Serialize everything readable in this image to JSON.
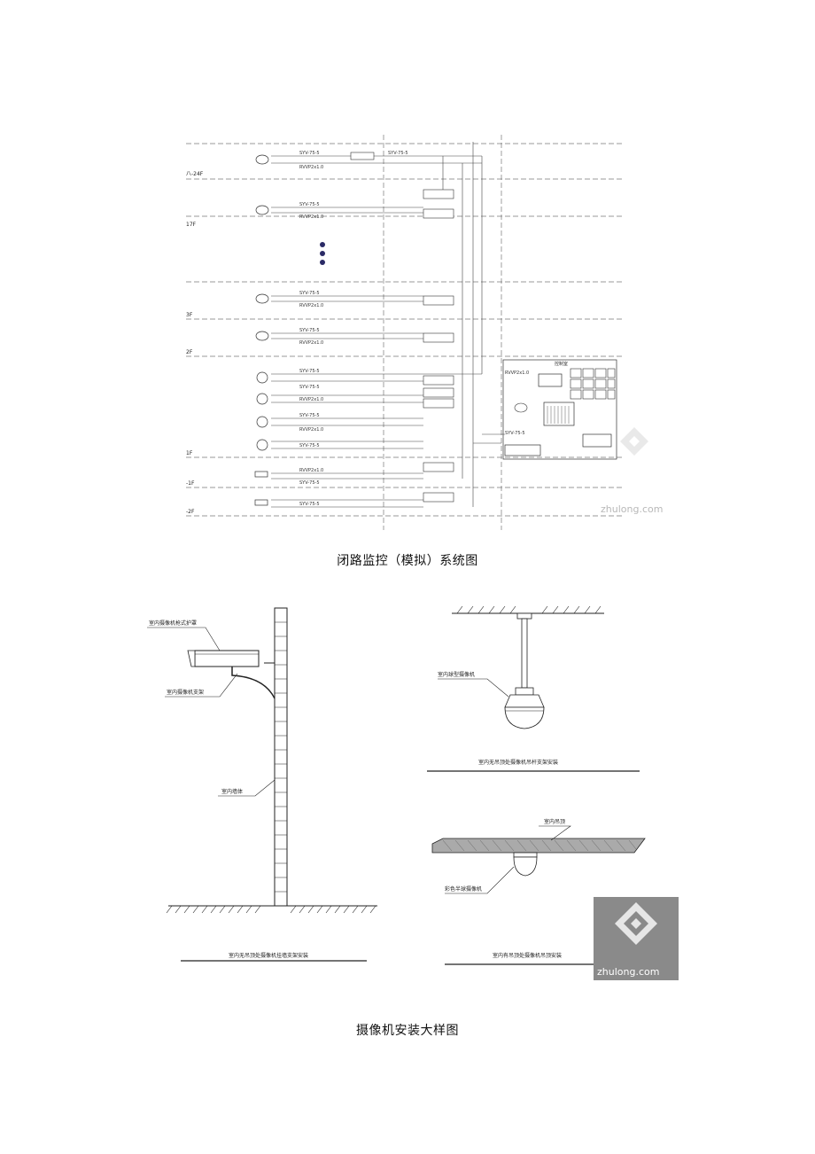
{
  "figure1": {
    "caption": "闭路监控（模拟）系统图",
    "floor_labels": [
      "八-24F",
      "17F",
      "3F",
      "2F",
      "1F",
      "-1F",
      "-2F"
    ],
    "dots": 3,
    "watermark": "zhulong.com"
  },
  "figure2": {
    "caption": "摄像机安装大样图",
    "labels": {
      "housing": "室内摄像机枪式护罩",
      "bracket": "室内摄像机支架",
      "wall": "室内墙体",
      "pendant_camera": "室内球型摄像机",
      "pendant_title": "室内无吊顶处摄像机吊杆支架安装",
      "ceiling": "室内吊顶",
      "dome": "彩色半球摄像机",
      "wall_title": "室内无吊顶处摄像机挂墙支架安装",
      "dome_title": "室内有吊顶处摄像机吊顶安装"
    },
    "watermark": "zhulong.com"
  }
}
